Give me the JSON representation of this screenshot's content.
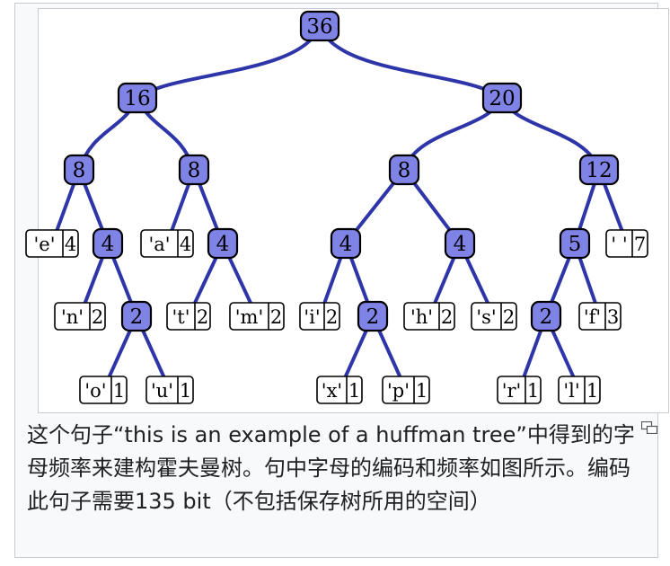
{
  "figure": {
    "caption": "这个句子“this is an example of a huffman tree”中得到的字母频率来建构霍夫曼树。句中字母的编码和频率如图所示。编码此句子需要135 bit（不包括保存树所用的空间）",
    "enlarge_icon": "magnify-clip-icon"
  },
  "tree": {
    "edge_color": "#2e35a8",
    "node_fill": "#8083e6",
    "nodes": [
      {
        "id": "n36",
        "label": "36"
      },
      {
        "id": "n16",
        "label": "16"
      },
      {
        "id": "n20",
        "label": "20"
      },
      {
        "id": "n8a",
        "label": "8"
      },
      {
        "id": "n8b",
        "label": "8"
      },
      {
        "id": "n8c",
        "label": "8"
      },
      {
        "id": "n12",
        "label": "12"
      },
      {
        "id": "n4a",
        "label": "4"
      },
      {
        "id": "n4b",
        "label": "4"
      },
      {
        "id": "n4c",
        "label": "4"
      },
      {
        "id": "n4d",
        "label": "4"
      },
      {
        "id": "n5",
        "label": "5"
      },
      {
        "id": "n2a",
        "label": "2"
      },
      {
        "id": "n2b",
        "label": "2"
      },
      {
        "id": "n2c",
        "label": "2"
      }
    ],
    "leaves": [
      {
        "id": "le",
        "char": "'e'",
        "freq": "4"
      },
      {
        "id": "la",
        "char": "'a'",
        "freq": "4"
      },
      {
        "id": "lsp",
        "char": "' '",
        "freq": "7"
      },
      {
        "id": "ln",
        "char": "'n'",
        "freq": "2"
      },
      {
        "id": "lt",
        "char": "'t'",
        "freq": "2"
      },
      {
        "id": "lm",
        "char": "'m'",
        "freq": "2"
      },
      {
        "id": "li",
        "char": "'i'",
        "freq": "2"
      },
      {
        "id": "lh",
        "char": "'h'",
        "freq": "2"
      },
      {
        "id": "ls",
        "char": "'s'",
        "freq": "2"
      },
      {
        "id": "lf",
        "char": "'f'",
        "freq": "3"
      },
      {
        "id": "lo",
        "char": "'o'",
        "freq": "1"
      },
      {
        "id": "lu",
        "char": "'u'",
        "freq": "1"
      },
      {
        "id": "lx",
        "char": "'x'",
        "freq": "1"
      },
      {
        "id": "lp",
        "char": "'p'",
        "freq": "1"
      },
      {
        "id": "lr",
        "char": "'r'",
        "freq": "1"
      },
      {
        "id": "ll",
        "char": "'l'",
        "freq": "1"
      }
    ],
    "edges": [
      [
        "n36",
        "n16"
      ],
      [
        "n36",
        "n20"
      ],
      [
        "n16",
        "n8a"
      ],
      [
        "n16",
        "n8b"
      ],
      [
        "n20",
        "n8c"
      ],
      [
        "n20",
        "n12"
      ],
      [
        "n8a",
        "le"
      ],
      [
        "n8a",
        "n4a"
      ],
      [
        "n8b",
        "la"
      ],
      [
        "n8b",
        "n4b"
      ],
      [
        "n8c",
        "n4c"
      ],
      [
        "n8c",
        "n4d"
      ],
      [
        "n12",
        "n5"
      ],
      [
        "n12",
        "lsp"
      ],
      [
        "n4a",
        "ln"
      ],
      [
        "n4a",
        "n2a"
      ],
      [
        "n4b",
        "lt"
      ],
      [
        "n4b",
        "lm"
      ],
      [
        "n4c",
        "li"
      ],
      [
        "n4c",
        "n2b"
      ],
      [
        "n4d",
        "lh"
      ],
      [
        "n4d",
        "ls"
      ],
      [
        "n5",
        "n2c"
      ],
      [
        "n5",
        "lf"
      ],
      [
        "n2a",
        "lo"
      ],
      [
        "n2a",
        "lu"
      ],
      [
        "n2b",
        "lx"
      ],
      [
        "n2b",
        "lp"
      ],
      [
        "n2c",
        "lr"
      ],
      [
        "n2c",
        "ll"
      ]
    ]
  }
}
